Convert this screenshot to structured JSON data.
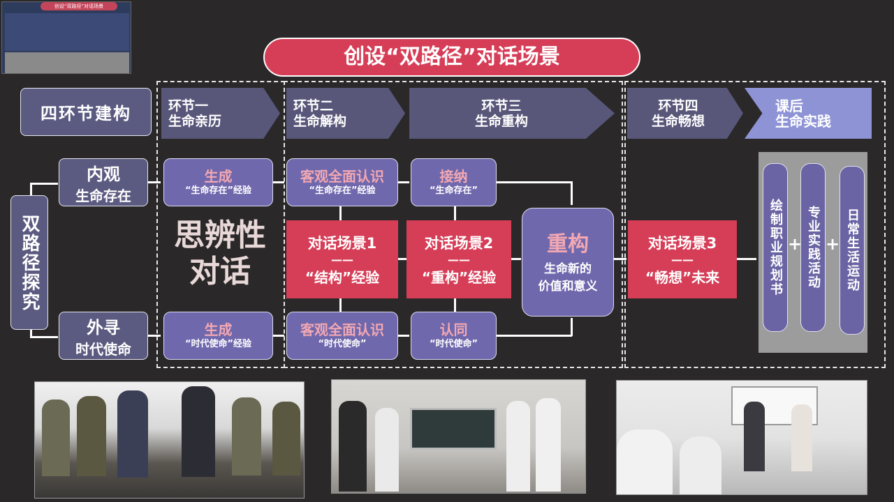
{
  "title": "创设“双路径”对话场景",
  "thumbnail": {
    "caption": "创设“双路径”对话场景"
  },
  "row_header": "四环节建构",
  "stages": [
    {
      "line1": "环节一",
      "line2": "生命亲历"
    },
    {
      "line1": "环节二",
      "line2": "生命解构"
    },
    {
      "line1": "环节三",
      "line2": "生命重构"
    },
    {
      "line1": "环节四",
      "line2": "生命畅想"
    },
    {
      "line1": "课后",
      "line2": "生命实践"
    }
  ],
  "dual_path": "双路径探究",
  "inner": {
    "line1": "内观",
    "line2": "生命存在"
  },
  "outer": {
    "line1": "外寻",
    "line2": "时代使命"
  },
  "sibian": {
    "line1": "思辨性",
    "line2": "对话"
  },
  "gen1": {
    "head": "生成",
    "sub": "“生命存在”经验"
  },
  "gen2": {
    "head": "生成",
    "sub": "“时代使命”经验"
  },
  "obj1": {
    "head": "客观全面认识",
    "sub": "“生命存在”经验"
  },
  "obj2": {
    "head": "客观全面认识",
    "sub": "“时代使命”"
  },
  "accept": {
    "head": "接纳",
    "sub": "“生命存在”"
  },
  "agree": {
    "head": "认同",
    "sub": "“时代使命”"
  },
  "scene1": {
    "title": "对话场景1",
    "dash": "——",
    "exp": "“结构”经验"
  },
  "scene2": {
    "title": "对话场景2",
    "dash": "——",
    "exp": "“重构”经验"
  },
  "scene3": {
    "title": "对话场景3",
    "dash": "——",
    "exp": "“畅想”未来"
  },
  "rebuild": {
    "head": "重构",
    "line1": "生命新的",
    "line2": "价值和意义"
  },
  "practice": [
    "绘制职业规划书",
    "专业实践活动",
    "日常生活运动"
  ],
  "plus": "+",
  "colors": {
    "accent": "#d63e57",
    "panel": "#5b5a80",
    "purple": "#7068ad",
    "after_class": "#8e93d6"
  }
}
